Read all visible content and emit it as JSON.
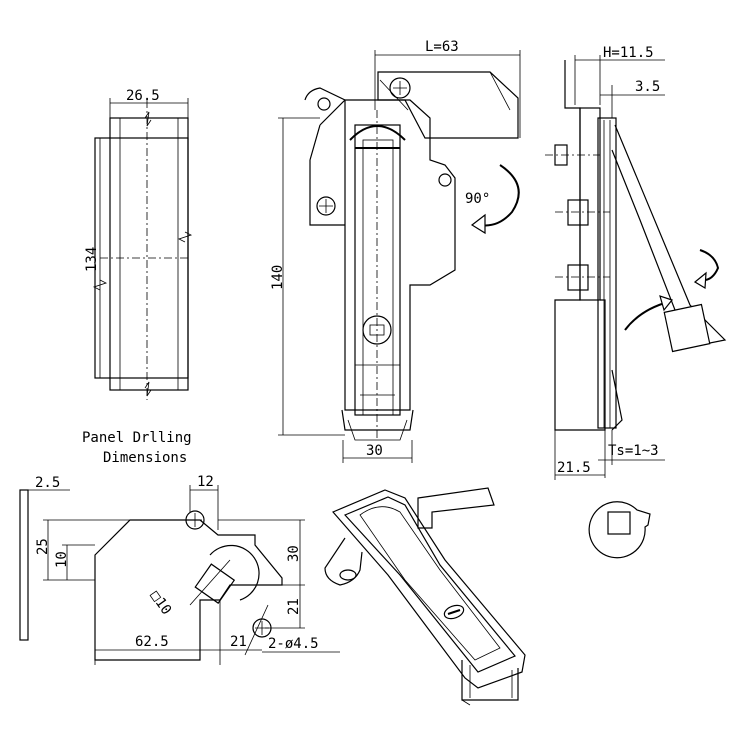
{
  "dimensions": {
    "front_width": "26.5",
    "front_height": "134",
    "side_length_L": "L=63",
    "side_height_140": "140",
    "side_width_30": "30",
    "rotation": "90°",
    "H_dim": "H=11.5",
    "offset_3_5": "3.5",
    "depth_21_5": "21.5",
    "thickness": "Ts=1~3"
  },
  "panel_drilling": {
    "title_line1": "Panel Drlling",
    "title_line2": "Dimensions",
    "dim_2_5": "2.5",
    "dim_12": "12",
    "dim_25": "25",
    "dim_10": "10",
    "dim_30": "30",
    "dim_21_vert": "21",
    "dim_square": "□10",
    "dim_62_5": "62.5",
    "dim_21_horiz": "21",
    "dim_holes": "2-ø4.5"
  }
}
